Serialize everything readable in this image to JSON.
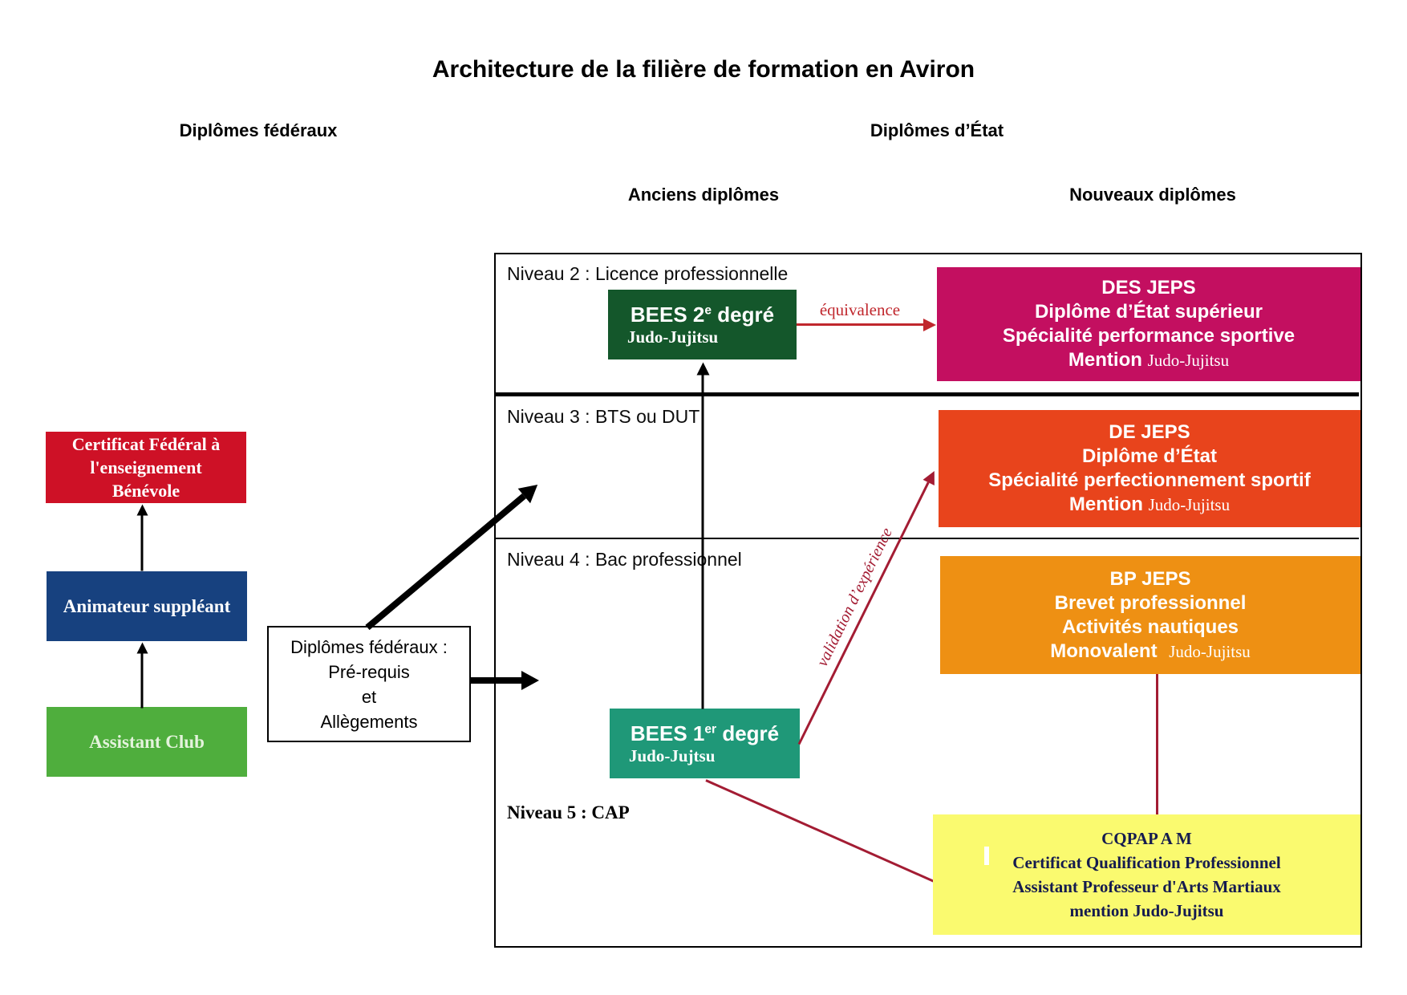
{
  "title": "Architecture de la filière de formation en Aviron",
  "headers": {
    "federal": "Diplômes fédéraux",
    "state": "Diplômes d’État",
    "old": "Anciens diplômes",
    "new": "Nouveaux diplômes"
  },
  "levels": {
    "n2": "Niveau 2 : Licence professionnelle",
    "n3": "Niveau 3 : BTS ou DUT",
    "n4": "Niveau 4 : Bac professionnel",
    "n5": "Niveau 5 : CAP"
  },
  "federal_track": {
    "certificat_lines": [
      "Certificat Fédéral à",
      "l'enseignement",
      "Bénévole"
    ],
    "animateur": "Animateur suppléant",
    "assistant": "Assistant Club",
    "prerequis_lines": [
      "Diplômes fédéraux :",
      "Pré-requis",
      "et",
      "Allègements"
    ]
  },
  "old_diplomas": {
    "bees2": {
      "base": "BEES 2",
      "sup": "e",
      "rest": " degré",
      "mention": "Judo-Jujitsu"
    },
    "bees1": {
      "base": "BEES 1",
      "sup": "er",
      "rest": " degré",
      "mention": "Judo-Jujtsu"
    }
  },
  "new_diplomas": {
    "des": {
      "l1": "DES JEPS",
      "l2": "Diplôme d’État supérieur",
      "l3": "Spécialité performance sportive",
      "mention_label": "Mention",
      "mention": "Judo-Jujitsu"
    },
    "de": {
      "l1": "DE JEPS",
      "l2": "Diplôme d’État",
      "l3": "Spécialité perfectionnement sportif",
      "mention_label": "Mention",
      "mention": "Judo-Jujitsu"
    },
    "bp": {
      "l1": "BP JEPS",
      "l2": "Brevet professionnel",
      "l3": "Activités nautiques",
      "mention_label": "Monovalent",
      "mention": "Judo-Jujitsu"
    },
    "cqp": {
      "l1": "CQPAP A M",
      "l2": "Certificat Qualification Professionnel",
      "l3": "Assistant Professeur d'Arts Martiaux",
      "l4": "mention Judo-Jujitsu"
    }
  },
  "connectors": {
    "equivalence": "équivalence",
    "validation": "validation d’expérience"
  },
  "colors": {
    "certificat": "#ce1126",
    "animateur": "#17417f",
    "assistant": "#4fae3d",
    "assistant_text": "#e4f3dc",
    "bees2": "#14572b",
    "bees1": "#1f9878",
    "des": "#c30f60",
    "de": "#e8441c",
    "bp": "#ee9013",
    "cqp_bg": "#fafa6f",
    "cqp_text": "#151b4f",
    "equivalence": "#c0272d",
    "crimson": "#a31c33",
    "black": "#000000"
  }
}
